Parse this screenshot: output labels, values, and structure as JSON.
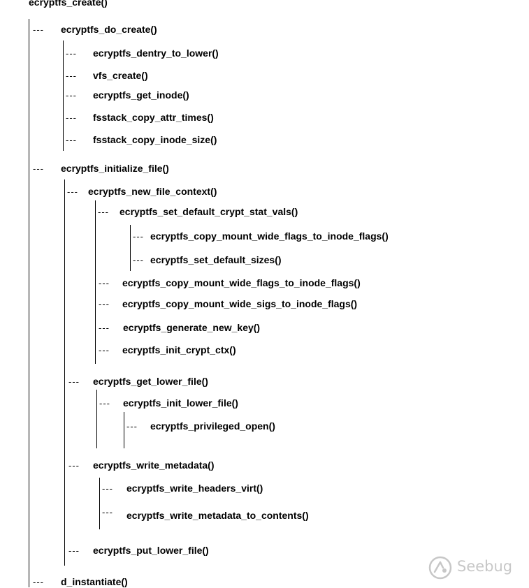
{
  "tree": {
    "root": "ecryptfs_create()",
    "connector": "---",
    "nodes": [
      "ecryptfs_do_create()",
      "ecryptfs_dentry_to_lower()",
      "vfs_create()",
      "ecryptfs_get_inode()",
      "fsstack_copy_attr_times()",
      "fsstack_copy_inode_size()",
      "ecryptfs_initialize_file()",
      "ecryptfs_new_file_context()",
      "ecryptfs_set_default_crypt_stat_vals()",
      "ecryptfs_copy_mount_wide_flags_to_inode_flags()",
      "ecryptfs_set_default_sizes()",
      "ecryptfs_copy_mount_wide_flags_to_inode_flags()",
      "ecryptfs_copy_mount_wide_sigs_to_inode_flags()",
      "ecryptfs_generate_new_key()",
      "ecryptfs_init_crypt_ctx()",
      "ecryptfs_get_lower_file()",
      "ecryptfs_init_lower_file()",
      "ecryptfs_privileged_open()",
      "ecryptfs_write_metadata()",
      "ecryptfs_write_headers_virt()",
      "ecryptfs_write_metadata_to_contents()",
      "ecryptfs_put_lower_file()",
      "d_instantiate()"
    ]
  },
  "watermark": {
    "text": "Seebug",
    "icon": "seebug-logo-icon",
    "color": "#9a9a9a"
  }
}
